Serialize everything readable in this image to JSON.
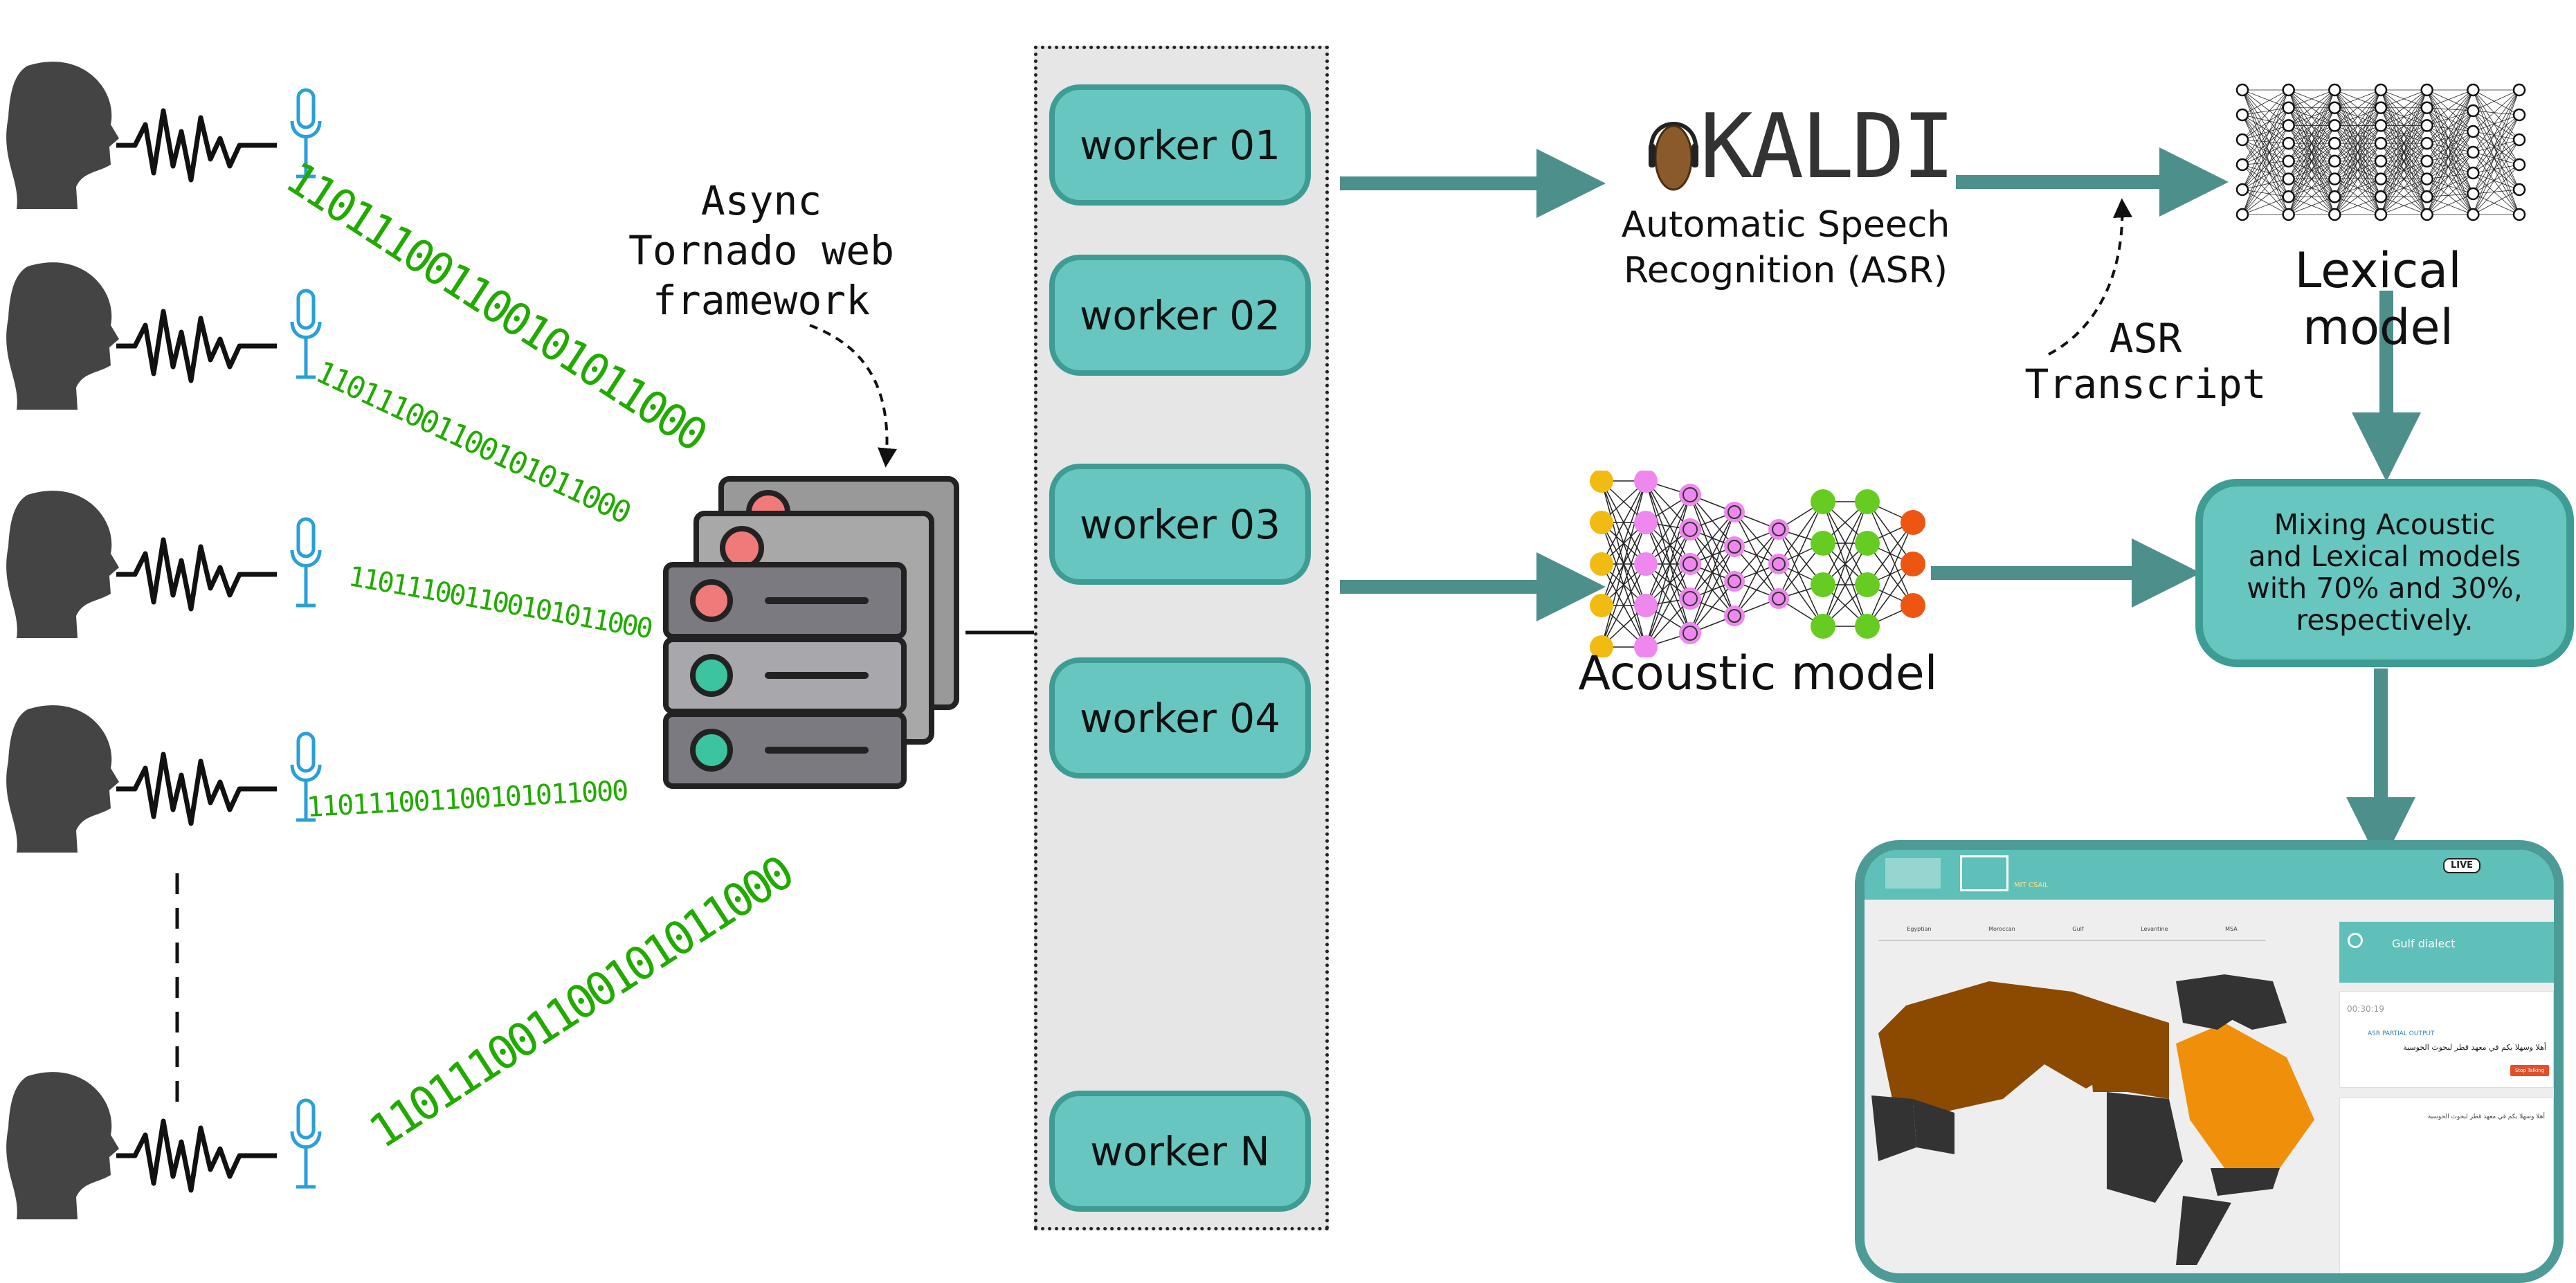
{
  "binary_streams": [
    "110111001100101011000",
    "110111001100101011000",
    "110111001100101011000",
    "110111001100101011000",
    "110111001100101011000"
  ],
  "server_annotation": {
    "line1": "Async",
    "line2": "Tornado web",
    "line3": "framework"
  },
  "workers": [
    "worker 01",
    "worker 02",
    "worker 03",
    "worker 04",
    "worker N"
  ],
  "kaldi": {
    "logo_text": "KALDI",
    "line1": "Automatic Speech",
    "line2": "Recognition (ASR)"
  },
  "asr_note": {
    "line1": "ASR",
    "line2": "Transcript"
  },
  "lexical_label": "Lexical model",
  "acoustic_label": "Acoustic model",
  "mixing": {
    "line1": "Mixing Acoustic",
    "line2": "and Lexical models",
    "line3": "with 70% and 30%,",
    "line4": "respectively."
  },
  "app": {
    "live_badge": "LIVE",
    "logo_text": "MIT CSAIL",
    "dialects": [
      "Egyptian",
      "Moroccan",
      "Gulf",
      "Levantine",
      "MSA"
    ],
    "dialect_label": "Gulf dialect",
    "asr_title": "ASR PARTIAL OUTPUT",
    "timer": "00:30:19",
    "asr_text": "أهلا وسهلا بكم في معهد قطر لبحوث الحوسبة",
    "asr_full": "أهلا وسهلا بكم في معهد قطر لبحوث الحوسبة",
    "stop_button": "Stop Talking"
  },
  "colors": {
    "teal": "#67c6bf",
    "teal_dark": "#3d9c94",
    "arrow": "#4d8f8a",
    "binary_green": "#22aa00",
    "mic_blue": "#2a9fd8",
    "map_brown": "#8b4a00",
    "map_orange": "#f0900a",
    "map_dark": "#333333"
  }
}
